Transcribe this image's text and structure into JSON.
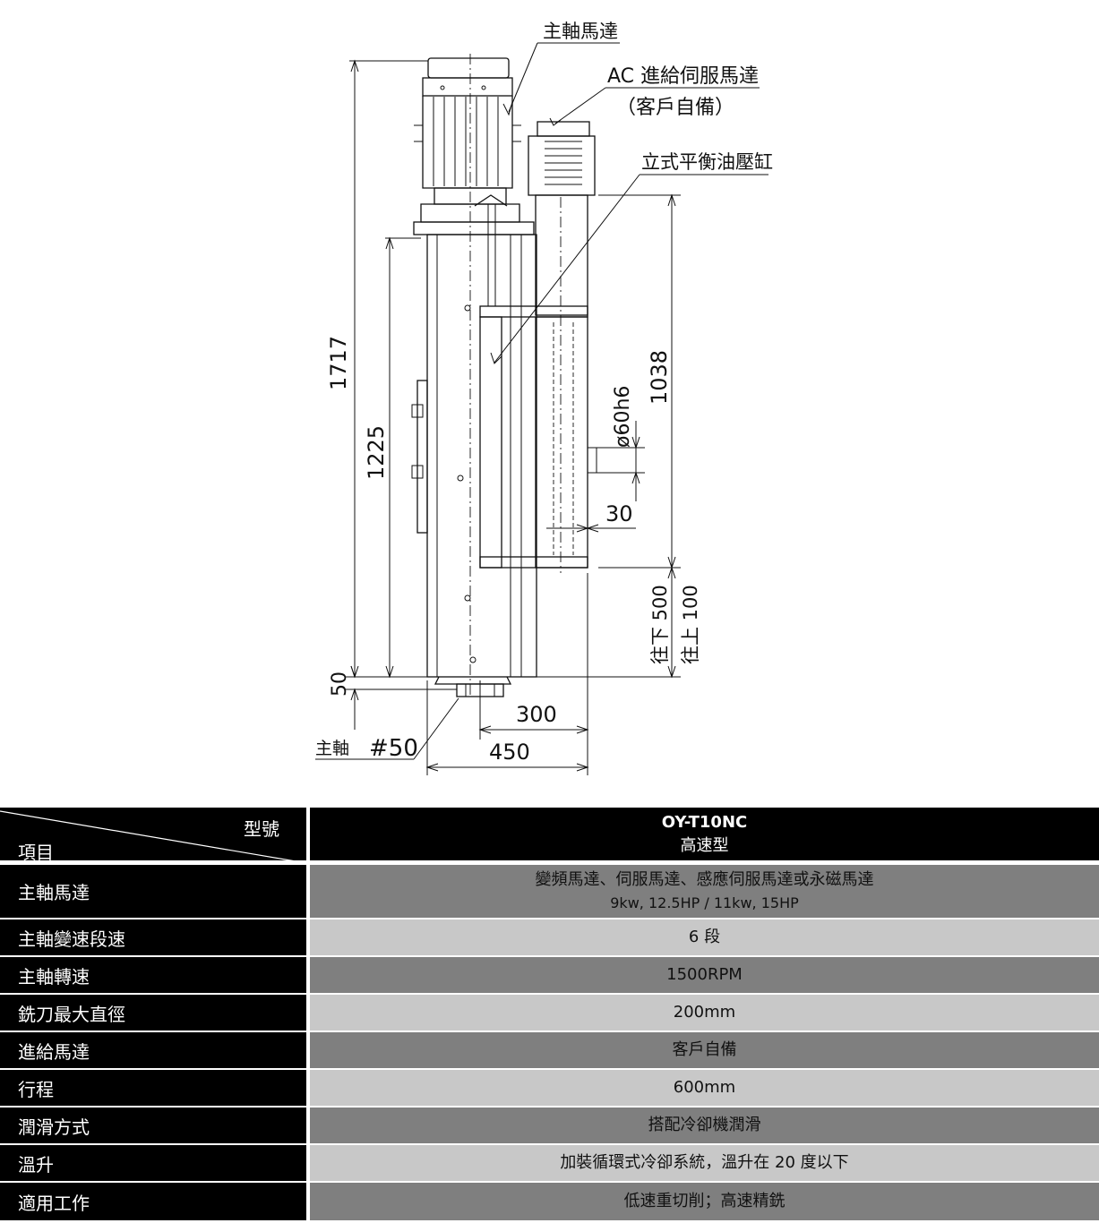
{
  "drawing": {
    "callouts": {
      "spindle_motor": "主軸馬達",
      "ac_servo": "AC 進給伺服馬達",
      "customer_supplied": "（客戶自備）",
      "balance_cylinder": "立式平衡油壓缸",
      "spindle_taper": "主軸",
      "taper_no": "#50"
    },
    "dims": {
      "total_height": "1717",
      "body_height": "1225",
      "cylinder_height": "1038",
      "shaft_dia": "ø60h6",
      "offset_30": "30",
      "down_500": "往下 500",
      "up_100": "往上 100",
      "nose_50": "50",
      "width_300": "300",
      "width_450": "450"
    }
  },
  "table": {
    "header": {
      "model_label": "型號",
      "item_label": "項目",
      "model": "OY-T10NC",
      "type": "高速型"
    },
    "rows": [
      {
        "label": "主軸馬達",
        "line1": "變頻馬達、伺服馬達、感應伺服馬達或永磁馬達",
        "line2": "9kw, 12.5HP / 11kw, 15HP"
      },
      {
        "label": "主軸變速段速",
        "line1": "6 段"
      },
      {
        "label": "主軸轉速",
        "line1": "1500RPM"
      },
      {
        "label": "銑刀最大直徑",
        "line1": "200mm"
      },
      {
        "label": "進給馬達",
        "line1": "客戶自備"
      },
      {
        "label": "行程",
        "line1": "600mm"
      },
      {
        "label": "潤滑方式",
        "line1": "搭配冷卻機潤滑"
      },
      {
        "label": "溫升",
        "line1": "加裝循環式冷卻系統，溫升在 20 度以下"
      },
      {
        "label": "適用工作",
        "line1": "低速重切削；高速精銑"
      }
    ]
  }
}
